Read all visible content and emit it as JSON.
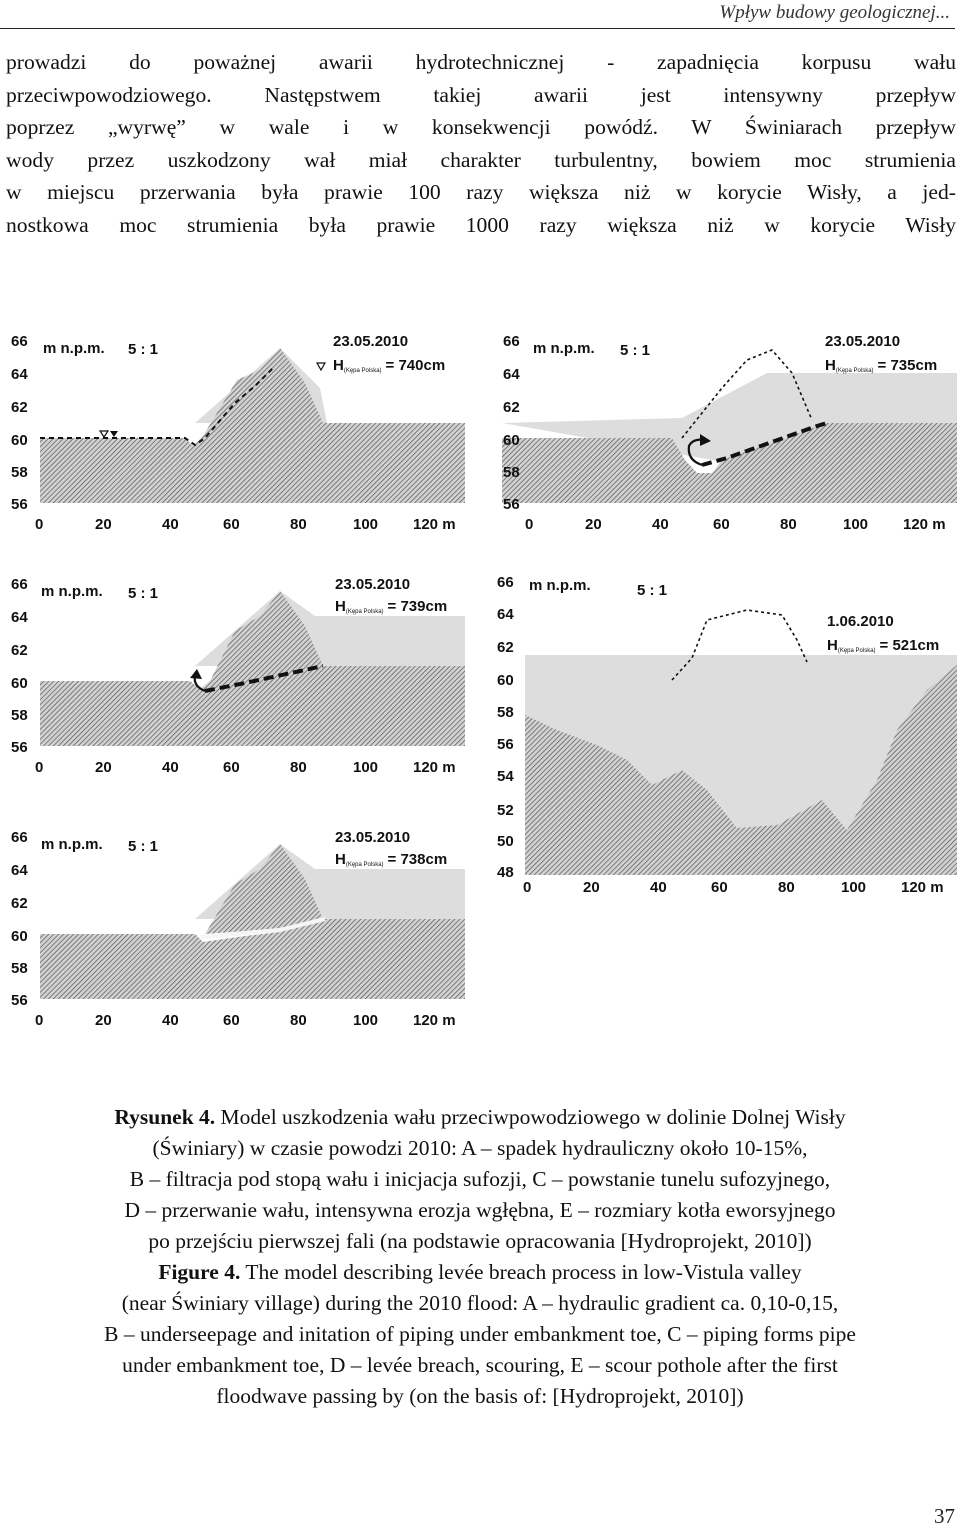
{
  "running_header": "Wpływ budowy geologicznej...",
  "body_lines": [
    "prowadzi do poważnej awarii hydrotechnicznej - zapadnięcia korpusu wału",
    "przeciwpowodziowego. Następstwem takiej awarii jest intensywny przepływ",
    "poprzez „wyrwę” w wale i w konsekwencji powódź. W Świniarach przepływ",
    "wody przez uszkodzony wał miał charakter turbulentny, bowiem moc strumienia",
    "w miejscu przerwania była prawie 100 razy większa niż w korycie Wisły, a jed-",
    "nostkowa moc strumienia była prawie 1000 razy większa niż w korycie Wisły"
  ],
  "figure": {
    "unit_label": "m n.p.m.",
    "scale_label": "5 : 1",
    "gauge_h": "H",
    "gauge_sub": "(Kępa Polska)",
    "x_ticks": [
      "0",
      "20",
      "40",
      "60",
      "80",
      "100",
      "120 m"
    ],
    "panels": [
      {
        "id": "A",
        "date": "23.05.2010",
        "level": "= 740cm",
        "y_ticks": [
          "66",
          "64",
          "62",
          "60",
          "58",
          "56"
        ]
      },
      {
        "id": "B",
        "date": "23.05.2010",
        "level": "= 735cm",
        "y_ticks": [
          "66",
          "64",
          "62",
          "60",
          "58",
          "56"
        ]
      },
      {
        "id": "C",
        "date": "23.05.2010",
        "level": "= 739cm",
        "y_ticks": [
          "66",
          "64",
          "62",
          "60",
          "58",
          "56"
        ]
      },
      {
        "id": "D",
        "date": "23.05.2010",
        "level": "= 738cm",
        "y_ticks": [
          "66",
          "64",
          "62",
          "60",
          "58",
          "56"
        ]
      },
      {
        "id": "E",
        "date": "1.06.2010",
        "level": "= 521cm",
        "y_ticks": [
          "66",
          "64",
          "62",
          "60",
          "58",
          "56",
          "54",
          "52",
          "50",
          "48"
        ]
      }
    ]
  },
  "caption": {
    "pl_label": "Rysunek 4.",
    "pl_lines": [
      "Model uszkodzenia wału przeciwpowodziowego w dolinie Dolnej Wisły",
      "(Świniary) w czasie powodzi 2010: A – spadek hydrauliczny około 10-15%,",
      "B – filtracja pod stopą wału i inicjacja sufozji, C – powstanie tunelu sufozyjnego,",
      "D – przerwanie wału, intensywna erozja wgłębna, E – rozmiary kotła eworsyjnego",
      "po przejściu pierwszej fali (na podstawie opracowania [Hydroprojekt, 2010])"
    ],
    "en_label": "Figure 4.",
    "en_lines": [
      "The model describing levée breach process in low-Vistula valley",
      "(near Świniary village) during the 2010 flood: A – hydraulic gradient ca. 0,10-0,15,",
      "B – underseepage and initation of piping under embankment toe, C – piping forms pipe",
      "under embankment toe, D – levée breach, scouring, E – scour pothole after the first",
      "floodwave passing by (on the basis of: [Hydroprojekt, 2010])"
    ]
  },
  "page_number": "37"
}
